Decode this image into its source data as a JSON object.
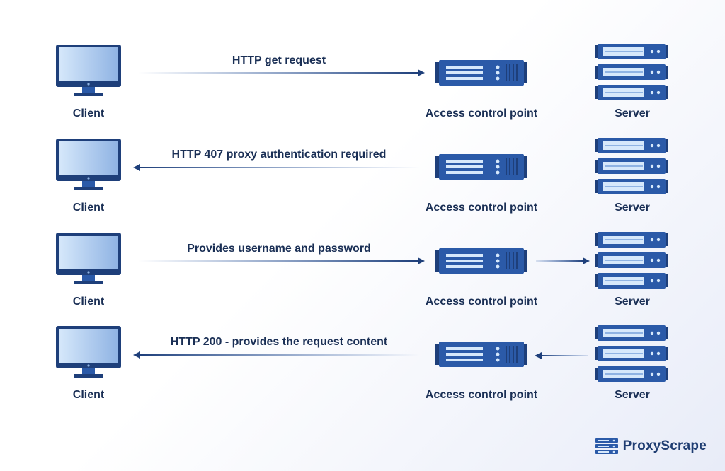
{
  "colors": {
    "dark_blue": "#1e3f7a",
    "mid_blue": "#2b5aa8",
    "screen_light": "#d6e8fb",
    "screen_dark": "#8fb3e3",
    "text": "#1a2f55"
  },
  "rows": [
    {
      "client_label": "Client",
      "acp_label": "Access control point",
      "server_label": "Server",
      "message": "HTTP get request",
      "direction": "right",
      "server_link": "none"
    },
    {
      "client_label": "Client",
      "acp_label": "Access control point",
      "server_label": "Server",
      "message": "HTTP 407 proxy authentication required",
      "direction": "left",
      "server_link": "none"
    },
    {
      "client_label": "Client",
      "acp_label": "Access control point",
      "server_label": "Server",
      "message": "Provides username and password",
      "direction": "right",
      "server_link": "to-server"
    },
    {
      "client_label": "Client",
      "acp_label": "Access control point",
      "server_label": "Server",
      "message": "HTTP 200 - provides the request content",
      "direction": "left",
      "server_link": "from-server"
    }
  ],
  "icons": {
    "client": "monitor-icon",
    "access_control_point": "proxy-device-icon",
    "server": "server-rack-icon",
    "brand": "server-stack-logo-icon"
  },
  "brand": {
    "name": "ProxyScrape"
  }
}
